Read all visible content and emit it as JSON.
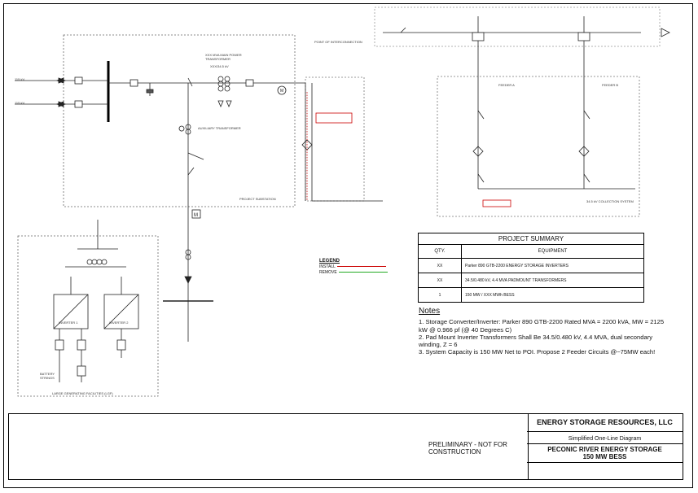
{
  "diagram": {
    "labels": {
      "line_a": "115 kV",
      "line_b": "115 kV",
      "main_tx": "XXX MVA MAIN POWER TRANSFORMER",
      "main_tx_sub": "XXX/34.5 kV",
      "project_substation": "PROJECT SUBSTATION",
      "lgf": "LARGE GENERATING FACILITIES (LGF)",
      "aux_xfmr": "AUXILIARY TRANSFORMER",
      "battery": "BATTERY STRINGS",
      "pcs_left": "INVERTER 1",
      "pcs_right": "INVERTER 2",
      "poi": "POINT OF INTERCONNECTION",
      "feeder_a": "FEEDER A",
      "feeder_b": "FEEDER B",
      "mv_system": "34.5 kV COLLECTION SYSTEM"
    }
  },
  "summary": {
    "title": "PROJECT SUMMARY",
    "col_qty": "QTY.",
    "col_equipment": "EQUIPMENT",
    "rows": [
      {
        "qty": "XX",
        "equipment": "Parker 890 GTB-2200 ENERGY STORAGE INVERTERS"
      },
      {
        "qty": "XX",
        "equipment": "34.5/0.480 kV, 4.4 MVA PADMOUNT TRANSFORMERS"
      },
      {
        "qty": "1",
        "equipment": "150 MW / XXX MWh BESS"
      }
    ]
  },
  "legend": {
    "title": "LEGEND",
    "install": "INSTALL",
    "remove": "REMOVE",
    "install_color": "#cc0000",
    "remove_color": "#22aa22"
  },
  "notes": {
    "title": "Notes",
    "items": [
      "1.   Storage Converter/Inverter: Parker 890 GTB-2200 Rated MVA = 2200 kVA, MW = 2125 kW @ 0.966 pf (@ 40 Degrees C)",
      "2. Pad Mount Inverter Transformers Shall Be 34.5/0.480 kV, 4.4 MVA, dual secondary winding, Z = 6",
      "3. System Capacity is 150 MW Net to POI. Propose 2 Feeder Circuits @~75MW each!"
    ]
  },
  "titleblock": {
    "prelim": "PRELIMINARY - NOT FOR CONSTRUCTION",
    "company": "ENERGY STORAGE RESOURCES, LLC",
    "subtitle": "Simplified One-Line Diagram",
    "project": "PECONIC RIVER ENERGY STORAGE",
    "project_sub": "150 MW BESS"
  }
}
